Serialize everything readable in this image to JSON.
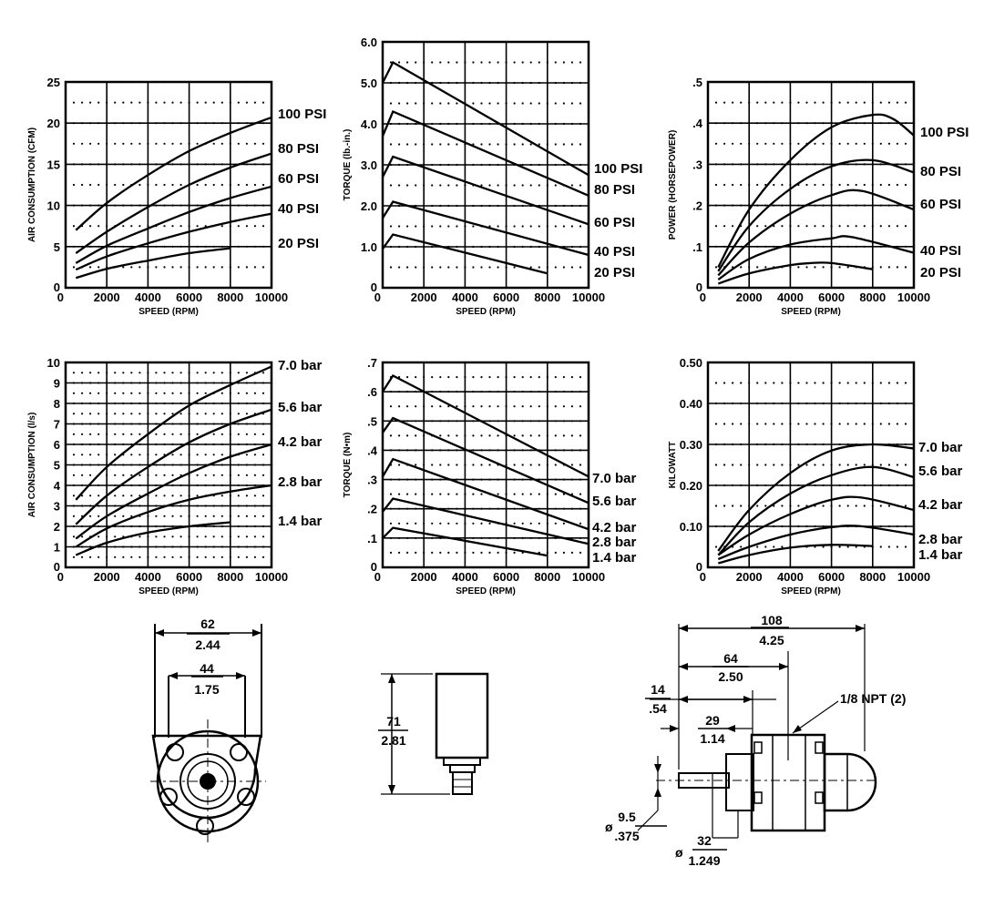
{
  "chart_data": [
    {
      "id": "air_cfm",
      "type": "line",
      "title": "",
      "xlabel": "SPEED (RPM)",
      "ylabel": "AIR CONSUMPTION (CFM)",
      "xlim": [
        0,
        10000
      ],
      "ylim": [
        0,
        25
      ],
      "xticks": [
        "0",
        "2000",
        "4000",
        "6000",
        "8000",
        "10000"
      ],
      "yticks": [
        "0",
        "5",
        "10",
        "15",
        "20",
        "25"
      ],
      "grid": true,
      "legend": "right",
      "series": [
        {
          "name": "100 PSI",
          "x": [
            500,
            2000,
            4000,
            6000,
            8000,
            10000
          ],
          "y": [
            7,
            10.3,
            13.7,
            16.6,
            18.8,
            20.7
          ]
        },
        {
          "name": "80 PSI",
          "x": [
            500,
            2000,
            4000,
            6000,
            8000,
            10000
          ],
          "y": [
            4.2,
            6.8,
            9.8,
            12.5,
            14.6,
            16.3
          ]
        },
        {
          "name": "60 PSI",
          "x": [
            500,
            2000,
            4000,
            6000,
            8000,
            10000
          ],
          "y": [
            3,
            5.1,
            7.2,
            9.2,
            10.9,
            12.3
          ]
        },
        {
          "name": "40 PSI",
          "x": [
            500,
            2000,
            4000,
            6000,
            8000,
            10000
          ],
          "y": [
            2.2,
            3.8,
            5.4,
            6.8,
            8,
            9
          ]
        },
        {
          "name": "20 PSI",
          "x": [
            500,
            2000,
            4000,
            6000,
            8000
          ],
          "y": [
            1.2,
            2.3,
            3.3,
            4.2,
            4.8
          ]
        }
      ]
    },
    {
      "id": "torque_lbin",
      "type": "line",
      "title": "",
      "xlabel": "SPEED (RPM)",
      "ylabel": "TORQUE (lb.-in.)",
      "xlim": [
        0,
        10000
      ],
      "ylim": [
        0,
        6
      ],
      "xticks": [
        "0",
        "2000",
        "4000",
        "6000",
        "8000",
        "10000"
      ],
      "yticks": [
        "0",
        "1.0",
        "2.0",
        "3.0",
        "4.0",
        "5.0",
        "6.0"
      ],
      "grid": true,
      "legend": "right",
      "series": [
        {
          "name": "100 PSI",
          "x": [
            0,
            500,
            10000
          ],
          "y": [
            5,
            5.5,
            2.75
          ]
        },
        {
          "name": "80 PSI",
          "x": [
            0,
            500,
            10000
          ],
          "y": [
            3.7,
            4.3,
            2.25
          ]
        },
        {
          "name": "60 PSI",
          "x": [
            0,
            500,
            10000
          ],
          "y": [
            2.7,
            3.2,
            1.55
          ]
        },
        {
          "name": "40 PSI",
          "x": [
            0,
            500,
            10000
          ],
          "y": [
            1.7,
            2.1,
            0.8
          ]
        },
        {
          "name": "20 PSI",
          "x": [
            0,
            500,
            8000
          ],
          "y": [
            0.95,
            1.3,
            0.35
          ]
        }
      ]
    },
    {
      "id": "power_hp",
      "type": "line",
      "title": "",
      "xlabel": "SPEED (RPM)",
      "ylabel": "POWER (HORSEPOWER)",
      "xlim": [
        0,
        10000
      ],
      "ylim": [
        0,
        0.5
      ],
      "xticks": [
        "0",
        "2000",
        "4000",
        "6000",
        "8000",
        "10000"
      ],
      "yticks": [
        "0",
        ".1",
        ".2",
        ".3",
        ".4",
        ".5"
      ],
      "grid": true,
      "legend": "right",
      "series": [
        {
          "name": "100 PSI",
          "x": [
            500,
            2000,
            4000,
            6000,
            8000,
            9000,
            10000
          ],
          "y": [
            0.05,
            0.19,
            0.31,
            0.39,
            0.42,
            0.41,
            0.37
          ]
        },
        {
          "name": "80 PSI",
          "x": [
            500,
            2000,
            4000,
            6000,
            8000,
            10000
          ],
          "y": [
            0.04,
            0.15,
            0.24,
            0.295,
            0.31,
            0.28
          ]
        },
        {
          "name": "60 PSI",
          "x": [
            500,
            2000,
            4000,
            6000,
            7500,
            10000
          ],
          "y": [
            0.03,
            0.11,
            0.18,
            0.225,
            0.235,
            0.19
          ]
        },
        {
          "name": "40 PSI",
          "x": [
            500,
            2000,
            4000,
            6000,
            7000,
            10000
          ],
          "y": [
            0.02,
            0.07,
            0.105,
            0.12,
            0.123,
            0.085
          ]
        },
        {
          "name": "20 PSI",
          "x": [
            500,
            2000,
            4000,
            5000,
            6000,
            8000
          ],
          "y": [
            0.01,
            0.035,
            0.055,
            0.06,
            0.06,
            0.045
          ]
        }
      ]
    },
    {
      "id": "air_ls",
      "type": "line",
      "title": "",
      "xlabel": "SPEED (RPM)",
      "ylabel": "AIR CONSUMPTION (l/s)",
      "xlim": [
        0,
        10000
      ],
      "ylim": [
        0,
        10
      ],
      "xticks": [
        "0",
        "2000",
        "4000",
        "6000",
        "8000",
        "10000"
      ],
      "yticks": [
        "0",
        "1",
        "2",
        "3",
        "4",
        "5",
        "6",
        "7",
        "8",
        "9",
        "10"
      ],
      "grid": true,
      "legend": "right",
      "series": [
        {
          "name": "7.0 bar",
          "x": [
            500,
            2000,
            4000,
            6000,
            8000,
            10000
          ],
          "y": [
            3.3,
            4.9,
            6.5,
            7.9,
            8.9,
            9.8
          ]
        },
        {
          "name": "5.6 bar",
          "x": [
            500,
            2000,
            4000,
            6000,
            8000,
            10000
          ],
          "y": [
            2.1,
            3.5,
            4.9,
            6.1,
            7,
            7.7
          ]
        },
        {
          "name": "4.2 bar",
          "x": [
            500,
            2000,
            4000,
            6000,
            8000,
            10000
          ],
          "y": [
            1.4,
            2.5,
            3.6,
            4.6,
            5.4,
            6
          ]
        },
        {
          "name": "2.8 bar",
          "x": [
            500,
            2000,
            4000,
            6000,
            8000,
            10000
          ],
          "y": [
            1,
            1.9,
            2.7,
            3.3,
            3.7,
            4
          ]
        },
        {
          "name": "1.4 bar",
          "x": [
            500,
            2000,
            4000,
            6000,
            8000
          ],
          "y": [
            0.6,
            1.2,
            1.7,
            2,
            2.2
          ]
        }
      ]
    },
    {
      "id": "torque_nm",
      "type": "line",
      "title": "",
      "xlabel": "SPEED (RPM)",
      "ylabel": "TORQUE (N•m)",
      "xlim": [
        0,
        10000
      ],
      "ylim": [
        0,
        0.7
      ],
      "xticks": [
        "0",
        "2000",
        "4000",
        "6000",
        "8000",
        "10000"
      ],
      "yticks": [
        "0",
        ".1",
        ".2",
        ".3",
        ".4",
        ".5",
        ".6",
        ".7"
      ],
      "grid": true,
      "legend": "right",
      "series": [
        {
          "name": "7.0 bar",
          "x": [
            0,
            500,
            10000
          ],
          "y": [
            0.6,
            0.655,
            0.31
          ]
        },
        {
          "name": "5.6 bar",
          "x": [
            0,
            500,
            10000
          ],
          "y": [
            0.46,
            0.51,
            0.22
          ]
        },
        {
          "name": "4.2 bar",
          "x": [
            0,
            500,
            10000
          ],
          "y": [
            0.31,
            0.37,
            0.13
          ]
        },
        {
          "name": "2.8 bar",
          "x": [
            0,
            500,
            10000
          ],
          "y": [
            0.19,
            0.235,
            0.08
          ]
        },
        {
          "name": "1.4 bar",
          "x": [
            0,
            500,
            8000
          ],
          "y": [
            0.1,
            0.135,
            0.04
          ]
        }
      ]
    },
    {
      "id": "power_kw",
      "type": "line",
      "title": "",
      "xlabel": "SPEED (RPM)",
      "ylabel": "KILOWATT",
      "xlim": [
        0,
        10000
      ],
      "ylim": [
        0,
        0.5
      ],
      "xticks": [
        "0",
        "2000",
        "4000",
        "6000",
        "8000",
        "10000"
      ],
      "yticks": [
        "0",
        "0.10",
        "0.20",
        "0.30",
        "0.40",
        "0.50"
      ],
      "grid": true,
      "legend": "right",
      "series": [
        {
          "name": "7.0 bar",
          "x": [
            500,
            2000,
            4000,
            6000,
            8000,
            10000
          ],
          "y": [
            0.04,
            0.14,
            0.23,
            0.285,
            0.3,
            0.29
          ]
        },
        {
          "name": "5.6 bar",
          "x": [
            500,
            2000,
            4000,
            6000,
            8000,
            10000
          ],
          "y": [
            0.03,
            0.11,
            0.18,
            0.225,
            0.245,
            0.22
          ]
        },
        {
          "name": "4.2 bar",
          "x": [
            500,
            2000,
            4000,
            6000,
            7500,
            10000
          ],
          "y": [
            0.03,
            0.08,
            0.13,
            0.165,
            0.17,
            0.14
          ]
        },
        {
          "name": "2.8 bar",
          "x": [
            500,
            2000,
            4000,
            6000,
            7500,
            10000
          ],
          "y": [
            0.02,
            0.05,
            0.08,
            0.098,
            0.1,
            0.08
          ]
        },
        {
          "name": "1.4 bar",
          "x": [
            500,
            2000,
            4000,
            6000,
            8000
          ],
          "y": [
            0.01,
            0.03,
            0.048,
            0.055,
            0.052
          ]
        }
      ]
    }
  ],
  "drawings": {
    "front_view": {
      "overall": {
        "mm": "62",
        "in": "2.44"
      },
      "mounting": {
        "mm": "44",
        "in": "1.75"
      }
    },
    "side_view": {
      "height": {
        "mm": "71",
        "in": "2.81"
      }
    },
    "top_view": {
      "overall": {
        "mm": "108",
        "in": "4.25"
      },
      "body": {
        "mm": "64",
        "in": "2.50"
      },
      "shaft_ext": {
        "mm": "14",
        "in": ".54"
      },
      "shaft_to_body": {
        "mm": "29",
        "in": "1.14"
      },
      "port_note": "1/8 NPT (2)",
      "shaft_dia": {
        "mm": "9.5",
        "in": ".375"
      },
      "pilot_dia": {
        "mm": "32",
        "in": "1.249"
      },
      "dia_symbol": "ø"
    }
  }
}
